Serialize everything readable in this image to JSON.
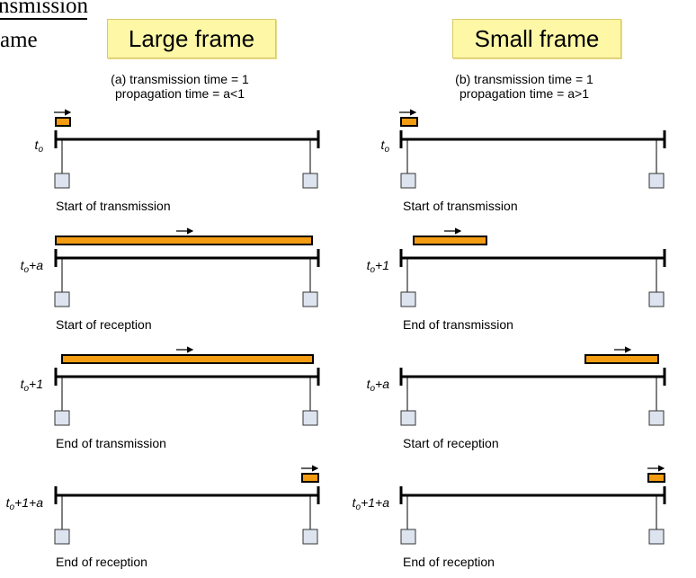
{
  "header": {
    "fragment_top": "nsmission",
    "fragment_bottom": "ame"
  },
  "columns": [
    {
      "title": "Large frame",
      "caption_line1": "(a) transmission time = 1",
      "caption_line2": "propagation time = a<1",
      "rows": [
        {
          "time_main": "t",
          "time_sub": "o",
          "time_suffix": "",
          "label": "Start of transmission",
          "arrow": true
        },
        {
          "time_main": "t",
          "time_sub": "o",
          "time_suffix": "+a",
          "label": "Start of reception",
          "arrow": true
        },
        {
          "time_main": "t",
          "time_sub": "o",
          "time_suffix": "+1",
          "label": "End of transmission",
          "arrow": true
        },
        {
          "time_main": "t",
          "time_sub": "o",
          "time_suffix": "+1+a",
          "label": "End of reception",
          "arrow": true
        }
      ]
    },
    {
      "title": "Small frame",
      "caption_line1": "(b) transmission time = 1",
      "caption_line2": "propagation time = a>1",
      "rows": [
        {
          "time_main": "t",
          "time_sub": "o",
          "time_suffix": "",
          "label": "Start of transmission",
          "arrow": true
        },
        {
          "time_main": "t",
          "time_sub": "o",
          "time_suffix": "+1",
          "label": "End of transmission",
          "arrow": true
        },
        {
          "time_main": "t",
          "time_sub": "o",
          "time_suffix": "+a",
          "label": "Start of reception",
          "arrow": true
        },
        {
          "time_main": "t",
          "time_sub": "o",
          "time_suffix": "+1+a",
          "label": "End of reception",
          "arrow": true
        }
      ]
    }
  ],
  "colors": {
    "frame_fill": "#f39c12",
    "frame_stroke": "#000000",
    "title_box_fill": "#fdf7a6",
    "station_fill": "#dde4ef"
  }
}
